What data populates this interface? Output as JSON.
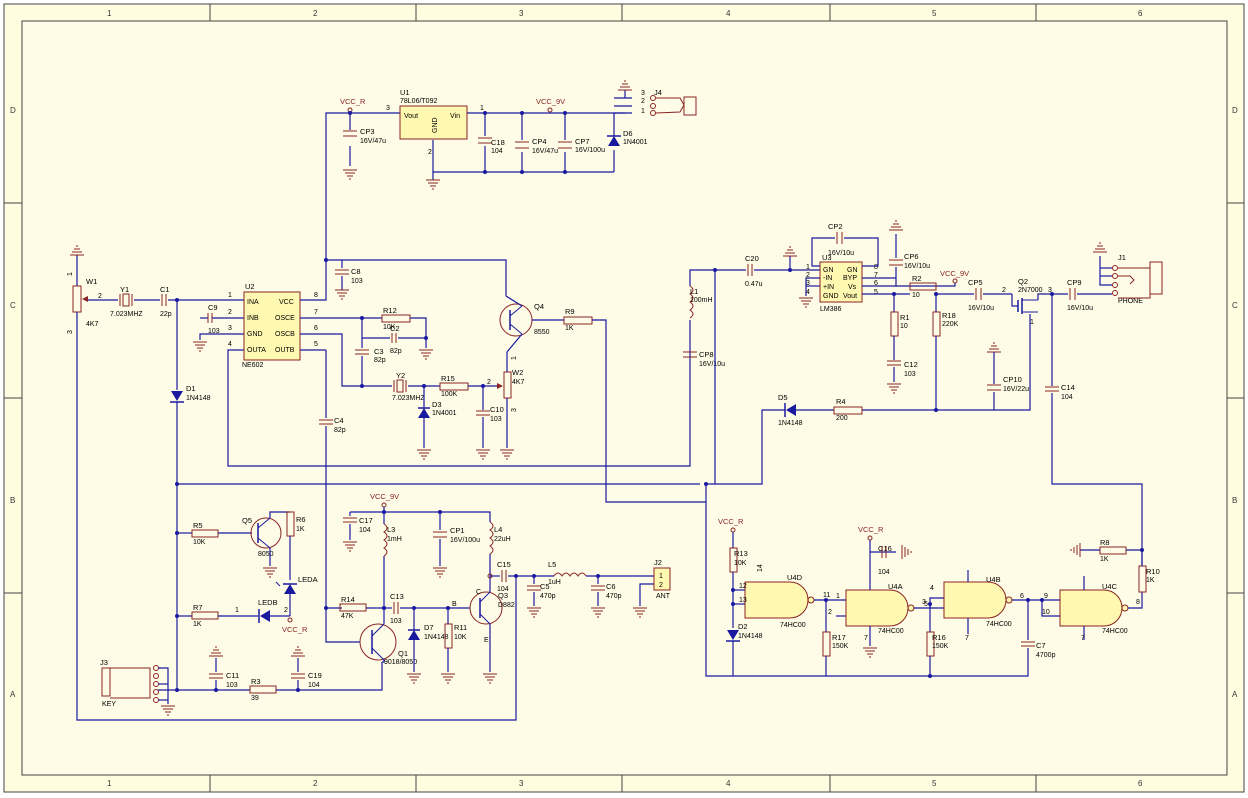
{
  "border": {
    "columns": [
      "1",
      "2",
      "3",
      "4",
      "5",
      "6"
    ],
    "rows": [
      "D",
      "C",
      "B",
      "A"
    ]
  },
  "power": {
    "vcc_r": "VCC_R",
    "vcc_9v": "VCC_9V"
  },
  "ics": {
    "u1": {
      "ref": "U1",
      "value": "78L06/T092",
      "vout": "Vout",
      "vin": "Vin",
      "gnd": "GND",
      "pin3": "3",
      "pin1": "1",
      "pin2": "2"
    },
    "u2": {
      "ref": "U2",
      "value": "NE602",
      "ina": "INA",
      "inb": "INB",
      "gnd": "GND",
      "outa": "OUTA",
      "vcc": "VCC",
      "osce": "OSCE",
      "oscb": "OSCB",
      "outb": "OUTB",
      "p1": "1",
      "p2": "2",
      "p3": "3",
      "p4": "4",
      "p5": "5",
      "p6": "6",
      "p7": "7",
      "p8": "8"
    },
    "u3": {
      "ref": "U3",
      "value": "LM386",
      "gn1": "GN",
      "gn2": "GN",
      "nin": "-IN",
      "pin": "+IN",
      "byp": "BYP",
      "gnd": "GND",
      "vout": "Vout",
      "vs": "Vs",
      "p1": "1",
      "p2": "2",
      "p3": "3",
      "p4": "4",
      "p5": "5",
      "p6": "6",
      "p7": "7",
      "p8": "8"
    },
    "u4a": {
      "ref": "U4A",
      "value": "74HC00",
      "p1": "1",
      "p2": "2",
      "p3": "3"
    },
    "u4b": {
      "ref": "U4B",
      "value": "74HC00",
      "p4": "4",
      "p5": "5",
      "p6": "6"
    },
    "u4c": {
      "ref": "U4C",
      "value": "74HC00",
      "p9": "9",
      "p10": "10",
      "p8": "8"
    },
    "u4d": {
      "ref": "U4D",
      "value": "74HC00",
      "p12": "12",
      "p13": "13",
      "p11": "11"
    },
    "u4_vcc": "14",
    "u4_gnd": "7"
  },
  "components": {
    "cp3": {
      "ref": "CP3",
      "value": "16V/47u"
    },
    "c18": {
      "ref": "C18",
      "value": "104"
    },
    "cp4": {
      "ref": "CP4",
      "value": "16V/47u"
    },
    "cp7": {
      "ref": "CP7",
      "value": "16V/100u"
    },
    "d6": {
      "ref": "D6",
      "value": "1N4001"
    },
    "j4": {
      "ref": "J4",
      "p1": "1",
      "p2": "2",
      "p3": "3"
    },
    "w1": {
      "ref": "W1",
      "value": "4K7",
      "p1": "1",
      "p2": "2",
      "p3": "3"
    },
    "y1": {
      "ref": "Y1",
      "value": "7.023MHZ"
    },
    "c1": {
      "ref": "C1",
      "value": "22p"
    },
    "c9": {
      "ref": "C9",
      "value": "103"
    },
    "c8": {
      "ref": "C8",
      "value": "103"
    },
    "r12": {
      "ref": "R12",
      "value": "10K"
    },
    "c2": {
      "ref": "C2",
      "value": "82p"
    },
    "c3": {
      "ref": "C3",
      "value": "82p"
    },
    "y2": {
      "ref": "Y2",
      "value": "7.023MHZ"
    },
    "r15": {
      "ref": "R15",
      "value": "100K"
    },
    "d3": {
      "ref": "D3",
      "value": "1N4001"
    },
    "c10": {
      "ref": "C10",
      "value": "103"
    },
    "w2": {
      "ref": "W2",
      "value": "4K7",
      "p1": "1",
      "p2": "2",
      "p3": "3"
    },
    "q4": {
      "ref": "Q4",
      "value": "8550"
    },
    "r9": {
      "ref": "R9",
      "value": "1K"
    },
    "c4": {
      "ref": "C4",
      "value": "82p"
    },
    "d1": {
      "ref": "D1",
      "value": "1N4148"
    },
    "c20": {
      "ref": "C20",
      "value": "0.47u"
    },
    "l1": {
      "ref": "L1",
      "value": "100mH"
    },
    "cp8": {
      "ref": "CP8",
      "value": "16V/10u"
    },
    "cp2": {
      "ref": "CP2",
      "value": "16V/10u"
    },
    "cp6": {
      "ref": "CP6",
      "value": "16V/10u"
    },
    "r2": {
      "ref": "R2",
      "value": "10"
    },
    "r1": {
      "ref": "R1",
      "value": "10"
    },
    "c12": {
      "ref": "C12",
      "value": "103"
    },
    "r18": {
      "ref": "R18",
      "value": "220K"
    },
    "cp5": {
      "ref": "CP5",
      "value": "16V/10u"
    },
    "q2": {
      "ref": "Q2",
      "value": "2N7000",
      "p1": "1",
      "p2": "2",
      "p3": "3"
    },
    "cp9": {
      "ref": "CP9",
      "value": "16V/10u"
    },
    "j1": {
      "ref": "J1",
      "value": "PHONE"
    },
    "cp10": {
      "ref": "CP10",
      "value": "16V/22u"
    },
    "c14": {
      "ref": "C14",
      "value": "104"
    },
    "d5": {
      "ref": "D5",
      "value": "1N4148"
    },
    "r4": {
      "ref": "R4",
      "value": "200"
    },
    "r5": {
      "ref": "R5",
      "value": "10K"
    },
    "q5": {
      "ref": "Q5",
      "value": "8050"
    },
    "r6": {
      "ref": "R6",
      "value": "1K"
    },
    "leda": {
      "ref": "LEDA"
    },
    "ledb": {
      "ref": "LEDB",
      "p1": "1",
      "p2": "2"
    },
    "r7": {
      "ref": "R7",
      "value": "1K"
    },
    "c17": {
      "ref": "C17",
      "value": "104"
    },
    "l3": {
      "ref": "L3",
      "value": "1mH"
    },
    "cp1": {
      "ref": "CP1",
      "value": "16V/100u"
    },
    "l4": {
      "ref": "L4",
      "value": "22uH"
    },
    "c15": {
      "ref": "C15",
      "value": "104"
    },
    "l5": {
      "ref": "L5",
      "value": "1uH"
    },
    "c5": {
      "ref": "C5",
      "value": "470p"
    },
    "c6": {
      "ref": "C6",
      "value": "470p"
    },
    "j2": {
      "ref": "J2",
      "value": "ANT",
      "p1": "1",
      "p2": "2"
    },
    "r14": {
      "ref": "R14",
      "value": "47K"
    },
    "c13": {
      "ref": "C13",
      "value": "103"
    },
    "q1": {
      "ref": "Q1",
      "value": "9018/8050"
    },
    "d7": {
      "ref": "D7",
      "value": "1N4148"
    },
    "r11": {
      "ref": "R11",
      "value": "10K"
    },
    "q3": {
      "ref": "Q3",
      "value": "D882",
      "b": "B",
      "c": "C",
      "e": "E"
    },
    "j3": {
      "ref": "J3",
      "value": "KEY"
    },
    "c11": {
      "ref": "C11",
      "value": "103"
    },
    "r3": {
      "ref": "R3",
      "value": "39"
    },
    "c19": {
      "ref": "C19",
      "value": "104"
    },
    "r13": {
      "ref": "R13",
      "value": "10K"
    },
    "d2": {
      "ref": "D2",
      "value": "1N4148"
    },
    "r17": {
      "ref": "R17",
      "value": "150K"
    },
    "c16": {
      "ref": "C16",
      "value": "104"
    },
    "r16": {
      "ref": "R16",
      "value": "150K"
    },
    "c7": {
      "ref": "C7",
      "value": "4700p"
    },
    "r8": {
      "ref": "R8",
      "value": "1K"
    },
    "r10": {
      "ref": "R10",
      "value": "1K"
    }
  }
}
